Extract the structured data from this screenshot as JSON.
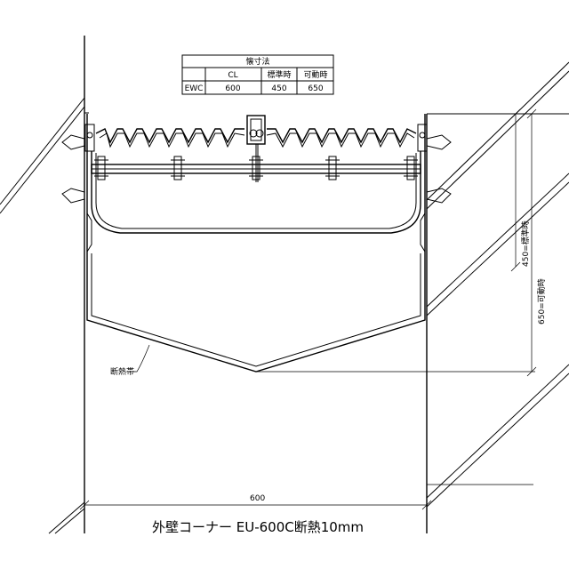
{
  "table": {
    "title": "懐寸法",
    "headers": [
      "CL",
      "標準時",
      "可動時"
    ],
    "rows": [
      {
        "label": "EWC",
        "cl": "600",
        "standard": "450",
        "movable": "650"
      }
    ]
  },
  "dimensions": {
    "width": "600",
    "standard": "450=標準時",
    "movable": "650=可動時"
  },
  "labels": {
    "insulation": "断熱帯"
  },
  "caption": "外壁コーナー EU-600C断熱10mm"
}
